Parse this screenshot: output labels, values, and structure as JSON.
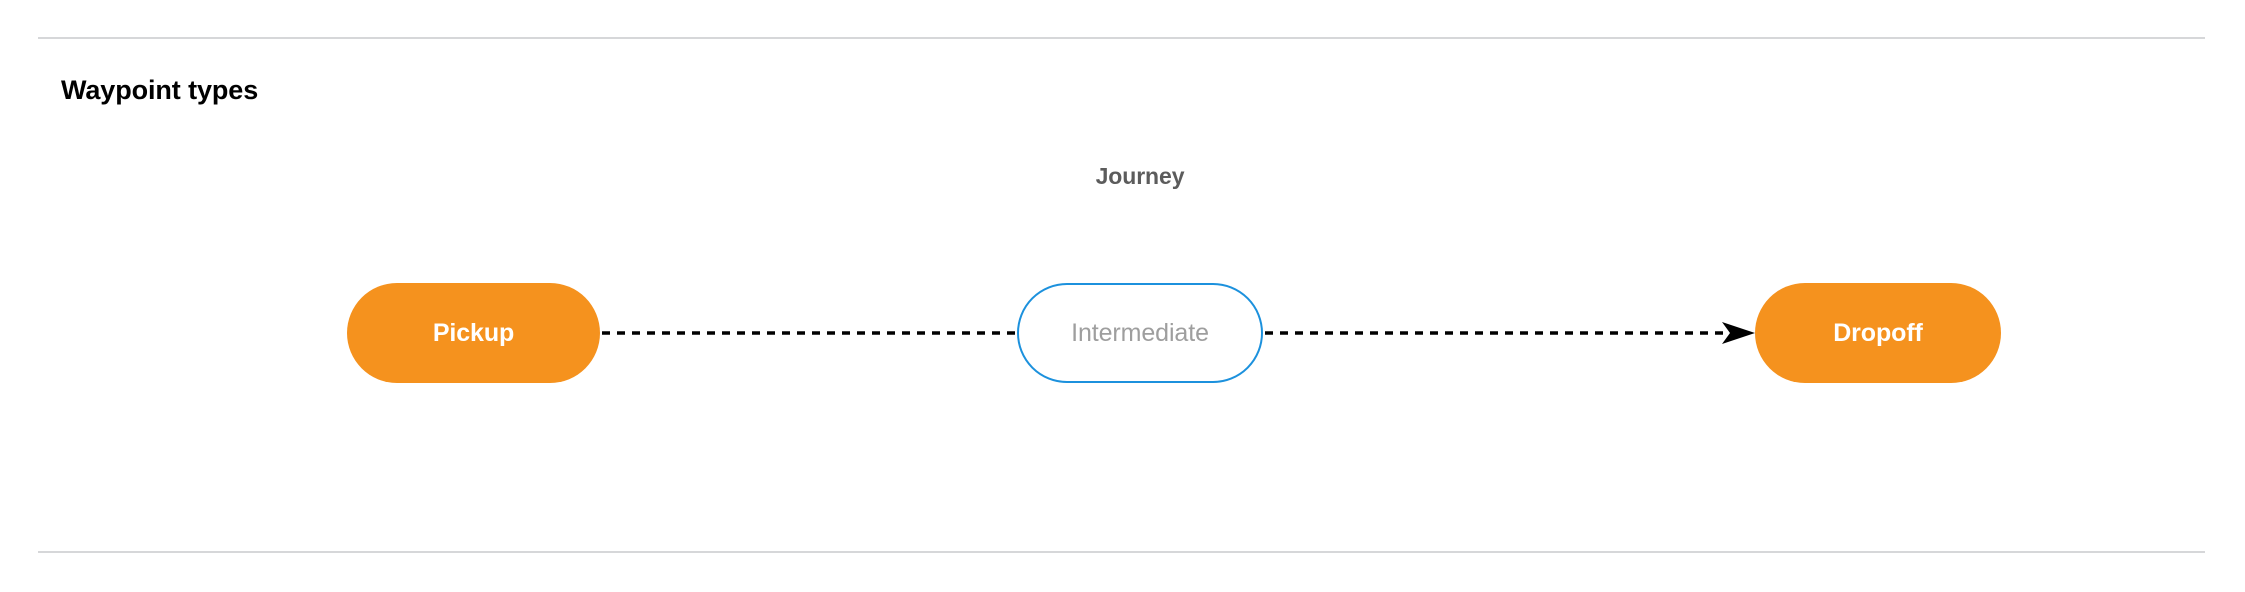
{
  "section": {
    "title": "Waypoint types"
  },
  "diagram": {
    "type": "flow",
    "group_label": "Journey",
    "nodes": [
      {
        "id": "pickup",
        "label": "Pickup",
        "style": "filled",
        "fill": "#f5921e",
        "text_color": "#ffffff"
      },
      {
        "id": "intermediate",
        "label": "Intermediate",
        "style": "outline",
        "fill": "#ffffff",
        "border_color": "#1c91dd",
        "text_color": "#9e9e9e"
      },
      {
        "id": "dropoff",
        "label": "Dropoff",
        "style": "filled",
        "fill": "#f5921e",
        "text_color": "#ffffff"
      }
    ],
    "edges": [
      {
        "from": "pickup",
        "to": "intermediate",
        "style": "dashed",
        "arrowhead": false,
        "color": "#000000"
      },
      {
        "from": "intermediate",
        "to": "dropoff",
        "style": "dashed",
        "arrowhead": true,
        "color": "#000000"
      }
    ]
  },
  "colors": {
    "accent_orange": "#f5921e",
    "accent_blue": "#1c91dd",
    "muted_text": "#9e9e9e",
    "label_text": "#5c5c5c",
    "divider": "#d6d7d9"
  }
}
